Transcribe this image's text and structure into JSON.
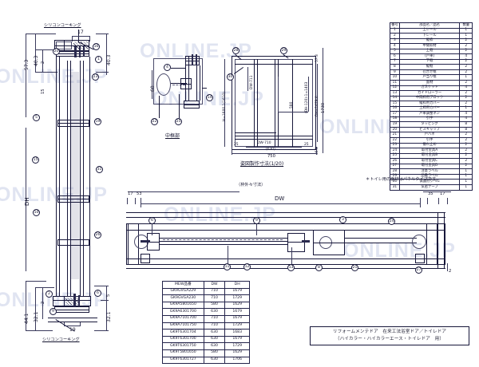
{
  "document": {
    "type": "technical-drawing",
    "title_block": {
      "line1": "リフォームメンテドア　在来工法浴室ドア／トイレドア",
      "line2": "（ハイカラー・ハイカラーエース・トイレドア　用）"
    },
    "note": "＊トイレ用の面材はパネルタイプです。",
    "watermark": "ONLINE.JP"
  },
  "views": {
    "vertical_section": {
      "label_top": "シリコンコーキング",
      "label_bottom": "シリコンコーキング",
      "dims_top": [
        "57.3",
        "40.3",
        "2",
        "15",
        "17",
        "40.3"
      ],
      "dims_bottom": [
        "44.1",
        "32.1",
        "2",
        "19",
        "32.1",
        "5"
      ],
      "dim_height": "DH"
    },
    "middle_rail_detail": {
      "caption": "中框部",
      "dim": "60"
    },
    "elevation": {
      "caption": "姿図製作寸法(1/20)",
      "dim_overall_w": "750",
      "dim_inner_w": "DW-710",
      "dim_inner_w_paren": "(630)",
      "dim_side_l": "25",
      "dim_side_r": "25",
      "dim_h_total": "1730",
      "dim_h_left": "H=1600.1(1610)",
      "dim_h_right": "DH=1679.6",
      "dim_top": "57.3",
      "dim_bottom": "46.1",
      "dim_inner_a": "DW-711",
      "dim_inner_b": "580",
      "dim_inner_c": "(DH-120)-1=1403"
    },
    "horizontal_section": {
      "label_outer": "（枠外々寸法）",
      "dim_w": "DW",
      "dim_left_a": "17",
      "dim_left_b": "53",
      "dim_right_a": "35",
      "dim_right_b": "17"
    }
  },
  "parts_list": {
    "headers": [
      "番号",
      "部品名／品名",
      "数量"
    ],
    "rows": [
      {
        "no": "1",
        "name": "上レール",
        "qty": "1"
      },
      {
        "no": "2",
        "name": "下レール",
        "qty": "1"
      },
      {
        "no": "3",
        "name": "縦枠",
        "qty": "2"
      },
      {
        "no": "4",
        "name": "中間枠材",
        "qty": "2"
      },
      {
        "no": "5",
        "name": "上框",
        "qty": "2"
      },
      {
        "no": "6",
        "name": "(戸車)",
        "qty": "4"
      },
      {
        "no": "7",
        "name": "下框",
        "qty": "2"
      },
      {
        "no": "8",
        "name": "縦框",
        "qty": "2"
      },
      {
        "no": "9",
        "name": "召合せ框",
        "qty": "2"
      },
      {
        "no": "10",
        "name": "戸当り框",
        "qty": "1"
      },
      {
        "no": "11",
        "name": "面材",
        "qty": "2"
      },
      {
        "no": "12",
        "name": "ガスケット",
        "qty": "4"
      },
      {
        "no": "13",
        "name": "ガイドローラー",
        "qty": "2"
      },
      {
        "no": "14",
        "name": "中間枠用ブロック",
        "qty": "2"
      },
      {
        "no": "15",
        "name": "縦枠用カバー",
        "qty": "2"
      },
      {
        "no": "16",
        "name": "上枠用カバー",
        "qty": "1"
      },
      {
        "no": "17",
        "name": "戸車調整ネジ",
        "qty": "4"
      },
      {
        "no": "18",
        "name": "引手",
        "qty": "4"
      },
      {
        "no": "19",
        "name": "タッピング",
        "qty": "8"
      },
      {
        "no": "20",
        "name": "ビスキャップ",
        "qty": "8"
      },
      {
        "no": "21",
        "name": "戸バネ",
        "qty": "2"
      },
      {
        "no": "22",
        "name": "引手",
        "qty": "2"
      },
      {
        "no": "23",
        "name": "振れ止め",
        "qty": "2"
      },
      {
        "no": "24",
        "name": "取付金具A",
        "qty": "2"
      },
      {
        "no": "25",
        "name": "取付金具B",
        "qty": "2"
      },
      {
        "no": "26",
        "name": "取付金具C",
        "qty": "2"
      },
      {
        "no": "27",
        "name": "取付金具D",
        "qty": "2"
      },
      {
        "no": "28",
        "name": "注意ラベル",
        "qty": "1"
      },
      {
        "no": "29",
        "name": "品番ラベル",
        "qty": "1"
      },
      {
        "no": "30",
        "name": "保護用ラベル",
        "qty": "1"
      },
      {
        "no": "31",
        "name": "気密テープ",
        "qty": "1"
      }
    ]
  },
  "model_table": {
    "headers": [
      "MEW品番",
      "DW",
      "DH"
    ],
    "rows": [
      {
        "model": "GK9GVGA229",
        "dw": "710",
        "dh": "1679"
      },
      {
        "model": "GK9GVGA230",
        "dw": "710",
        "dh": "1729"
      },
      {
        "model": "GK9A5801650",
        "dw": "580",
        "dh": "1629"
      },
      {
        "model": "GK9A6301700",
        "dw": "630",
        "dh": "1679"
      },
      {
        "model": "GK9A7101700",
        "dw": "710",
        "dh": "1679"
      },
      {
        "model": "GK9A7101750",
        "dw": "710",
        "dh": "1729"
      },
      {
        "model": "GK9T6301704",
        "dw": "630",
        "dh": "1683"
      },
      {
        "model": "GK9T6301700",
        "dw": "630",
        "dh": "1679"
      },
      {
        "model": "GK9T6301750",
        "dw": "630",
        "dh": "1729"
      },
      {
        "model": "GK9T5801650",
        "dw": "580",
        "dh": "1629"
      },
      {
        "model": "GK9T6301727",
        "dw": "630",
        "dh": "1706"
      }
    ]
  },
  "balloons": {
    "vertical_section": [
      "1",
      "2",
      "5",
      "6",
      "10",
      "15",
      "16",
      "19",
      "20",
      "23",
      "26",
      "31"
    ],
    "middle_rail": [
      "4",
      "14",
      "22",
      "25"
    ],
    "elevation": [
      "28",
      "29",
      "30"
    ],
    "horizontal_section": [
      "3",
      "6",
      "8",
      "9",
      "11",
      "12",
      "13",
      "21",
      "24",
      "27"
    ]
  }
}
